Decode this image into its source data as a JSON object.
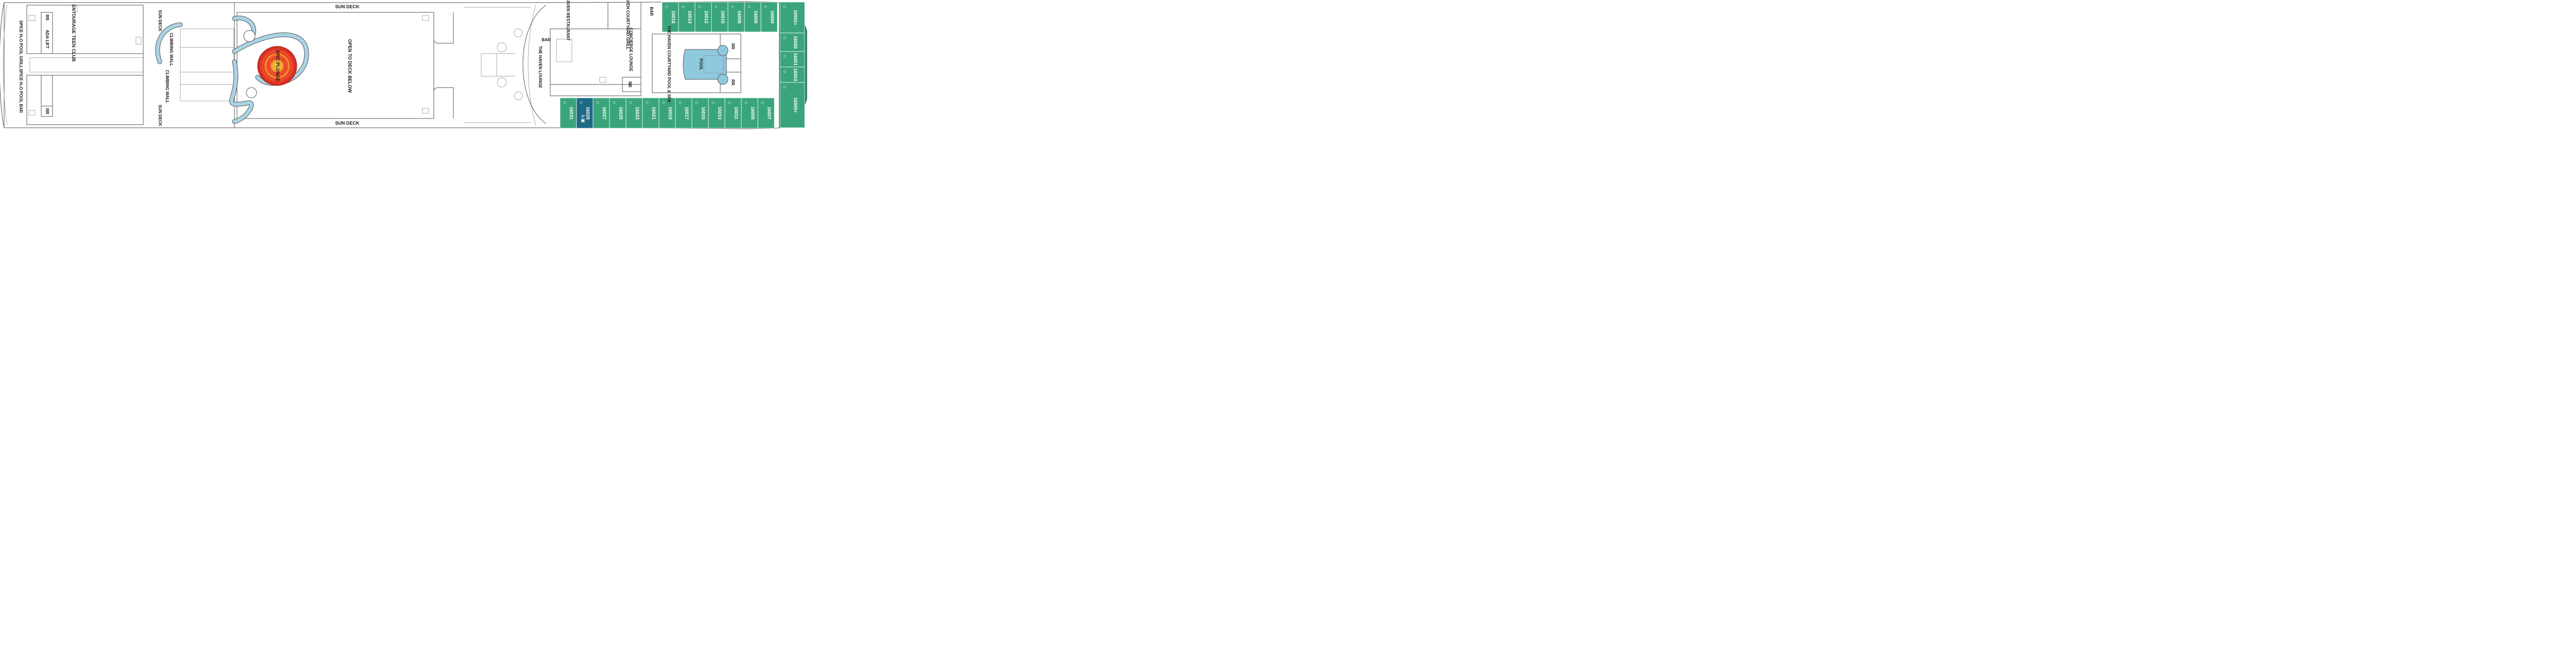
{
  "colors": {
    "suite_green": "#3aa57c",
    "suite_dark": "#1f7e59",
    "accessible_blue": "#1e6a86",
    "pool_blue": "#8ec9de",
    "slide_blue": "#a9d4e5",
    "plunge_outer": "#e93a2a",
    "plunge_ring": "#f39a2b",
    "plunge_center": "#f7d44a"
  },
  "venues": {
    "spice_pool_grill": "SPICE H₂O POOL GRILL",
    "spice_pool_bar": "SPICE H₂O POOL BAR",
    "rr": "RR",
    "ada_lift": "ADA LIFT",
    "entourage": "ENTOURAGE TEEN CLUB",
    "sun_deck": "SUN DECK",
    "climbing_wall": "CLIMBING WALL",
    "epic_plunge": "EPIC PLUNGE",
    "open_to_deck": "OPEN TO DECK BELOW",
    "haven_restaurant": "THE HAVEN RESTAURANT",
    "haven_courtyard_grill": "THE HAVEN COURTYARD GRILL",
    "bar": "BAR",
    "haven_lounge": "THE HAVEN LOUNGE",
    "concierge_lounge": "CONCIERGE LOUNGE",
    "courtyard_pool_spa": "THE HAVEN COURTYARD POOL & SPA",
    "pool": "POOL"
  },
  "cabins_top": [
    "16016",
    "16014",
    "16012",
    "16010",
    "16008",
    "16006",
    "16004"
  ],
  "cabins_bottom": [
    "16031",
    "16027",
    "16025",
    "16023",
    "16021",
    "16019",
    "16017",
    "16015",
    "16013",
    "16011",
    "16009",
    "16007"
  ],
  "cabin_accessible": "16029",
  "accessible_icons": "♿▣",
  "cabins_bow": [
    "16002+",
    "16000",
    "16001",
    "16003",
    "16005+"
  ],
  "cabin_star": "☆"
}
